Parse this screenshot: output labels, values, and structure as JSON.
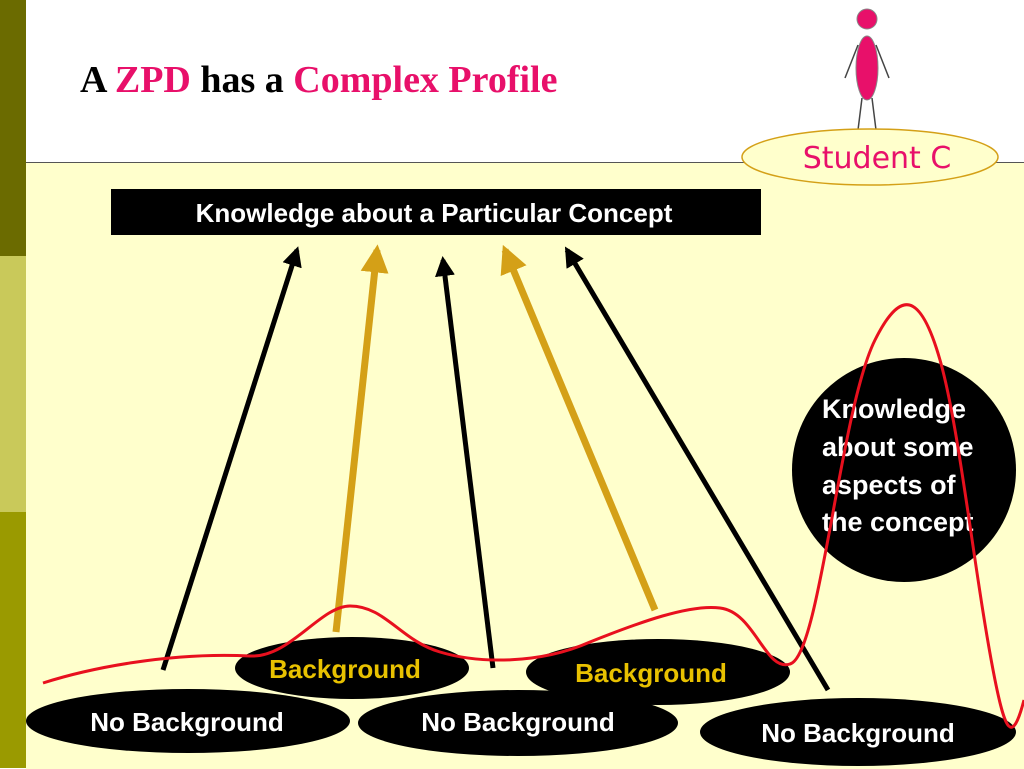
{
  "title": {
    "part1": "A",
    "part2": "ZPD",
    "part3": "has a",
    "part4": "Complex Profile"
  },
  "colors": {
    "accent": "#e8106a",
    "panel": "#ffffcc",
    "gold_arrow": "#d4a017",
    "profile_curve": "#e8101e"
  },
  "student_label": "Student C",
  "concept_box": "Knowledge about a Particular Concept",
  "circle_note": {
    "line1": "Knowledge",
    "line2": "about some",
    "line3": "aspects of",
    "line4": "the concept"
  },
  "ellipses": {
    "background_1": "Background",
    "background_2": "Background",
    "no_background_1": "No Background",
    "no_background_2": "No Background",
    "no_background_3": "No Background"
  }
}
